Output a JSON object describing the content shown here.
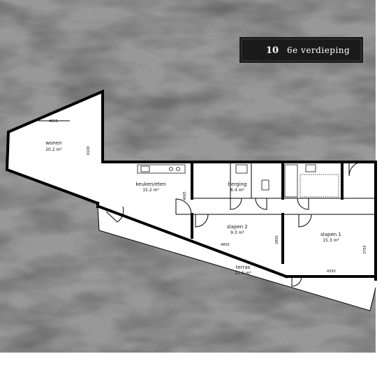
{
  "header": {
    "number": "10",
    "floor": "6e verdieping",
    "background": "#1a1a1a"
  },
  "colors": {
    "background_texture": "#8a8a8a",
    "floor": "#ffffff",
    "wall": "#000000"
  },
  "rooms": {
    "wonen": {
      "name": "wonen",
      "area": "20.2 m²",
      "dim_width": "4850",
      "dim_depth": "6100"
    },
    "keuken": {
      "name": "keuken/eten",
      "area": "15.2 m²",
      "dim": "4065"
    },
    "berging": {
      "name": "berging",
      "area": "6.4 m²"
    },
    "slapen2": {
      "name": "slapen 2",
      "area": "9.3 m²",
      "dim_width": "4850",
      "dim_depth": "2800"
    },
    "slapen1": {
      "name": "slapen 1",
      "area": "15.3 m²",
      "dim_width": "4350",
      "dim_depth": "3750"
    },
    "terras": {
      "name": "terras",
      "area": "21.0 m²"
    }
  }
}
